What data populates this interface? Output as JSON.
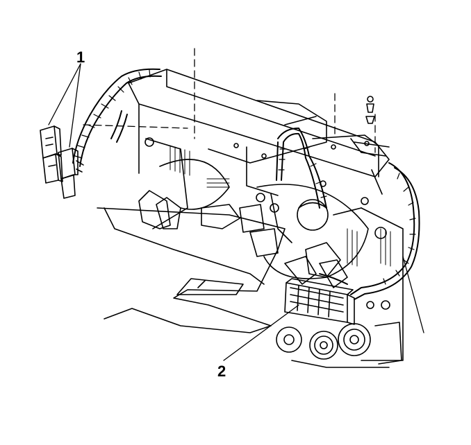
{
  "callouts": [
    {
      "id": "1",
      "label": "1"
    },
    {
      "id": "2",
      "label": "2"
    }
  ],
  "colors": {
    "line": "#000000",
    "fill": "#ffffff"
  }
}
